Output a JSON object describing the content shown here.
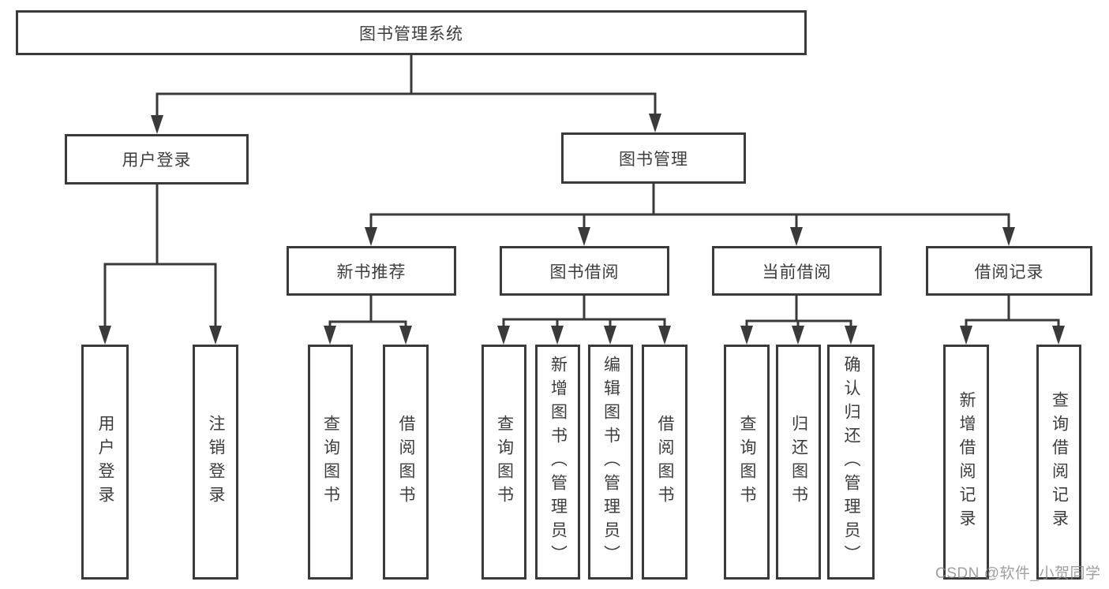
{
  "page": {
    "background": "#ffffff"
  },
  "colors": {
    "line": "#3a3a3a",
    "node_text": "#3d3d3d",
    "watermark_text": "#878787"
  },
  "tree": {
    "root": {
      "label": "图书管理系统"
    },
    "branches": [
      {
        "label": "用户登录",
        "leaves": [
          "用户登录",
          "注销登录"
        ]
      },
      {
        "label": "图书管理",
        "groups": [
          {
            "label": "新书推荐",
            "leaves": [
              "查询图书",
              "借阅图书"
            ]
          },
          {
            "label": "图书借阅",
            "leaves": [
              "查询图书",
              "新增图书（管理员）",
              "编辑图书（管理员）",
              "借阅图书"
            ]
          },
          {
            "label": "当前借阅",
            "leaves": [
              "查询图书",
              "归还图书",
              "确认归还（管理员）"
            ]
          },
          {
            "label": "借阅记录",
            "leaves": [
              "新增借阅记录",
              "查询借阅记录"
            ]
          }
        ]
      }
    ]
  },
  "watermark": {
    "text": "CSDN @软件_小贺同学"
  }
}
